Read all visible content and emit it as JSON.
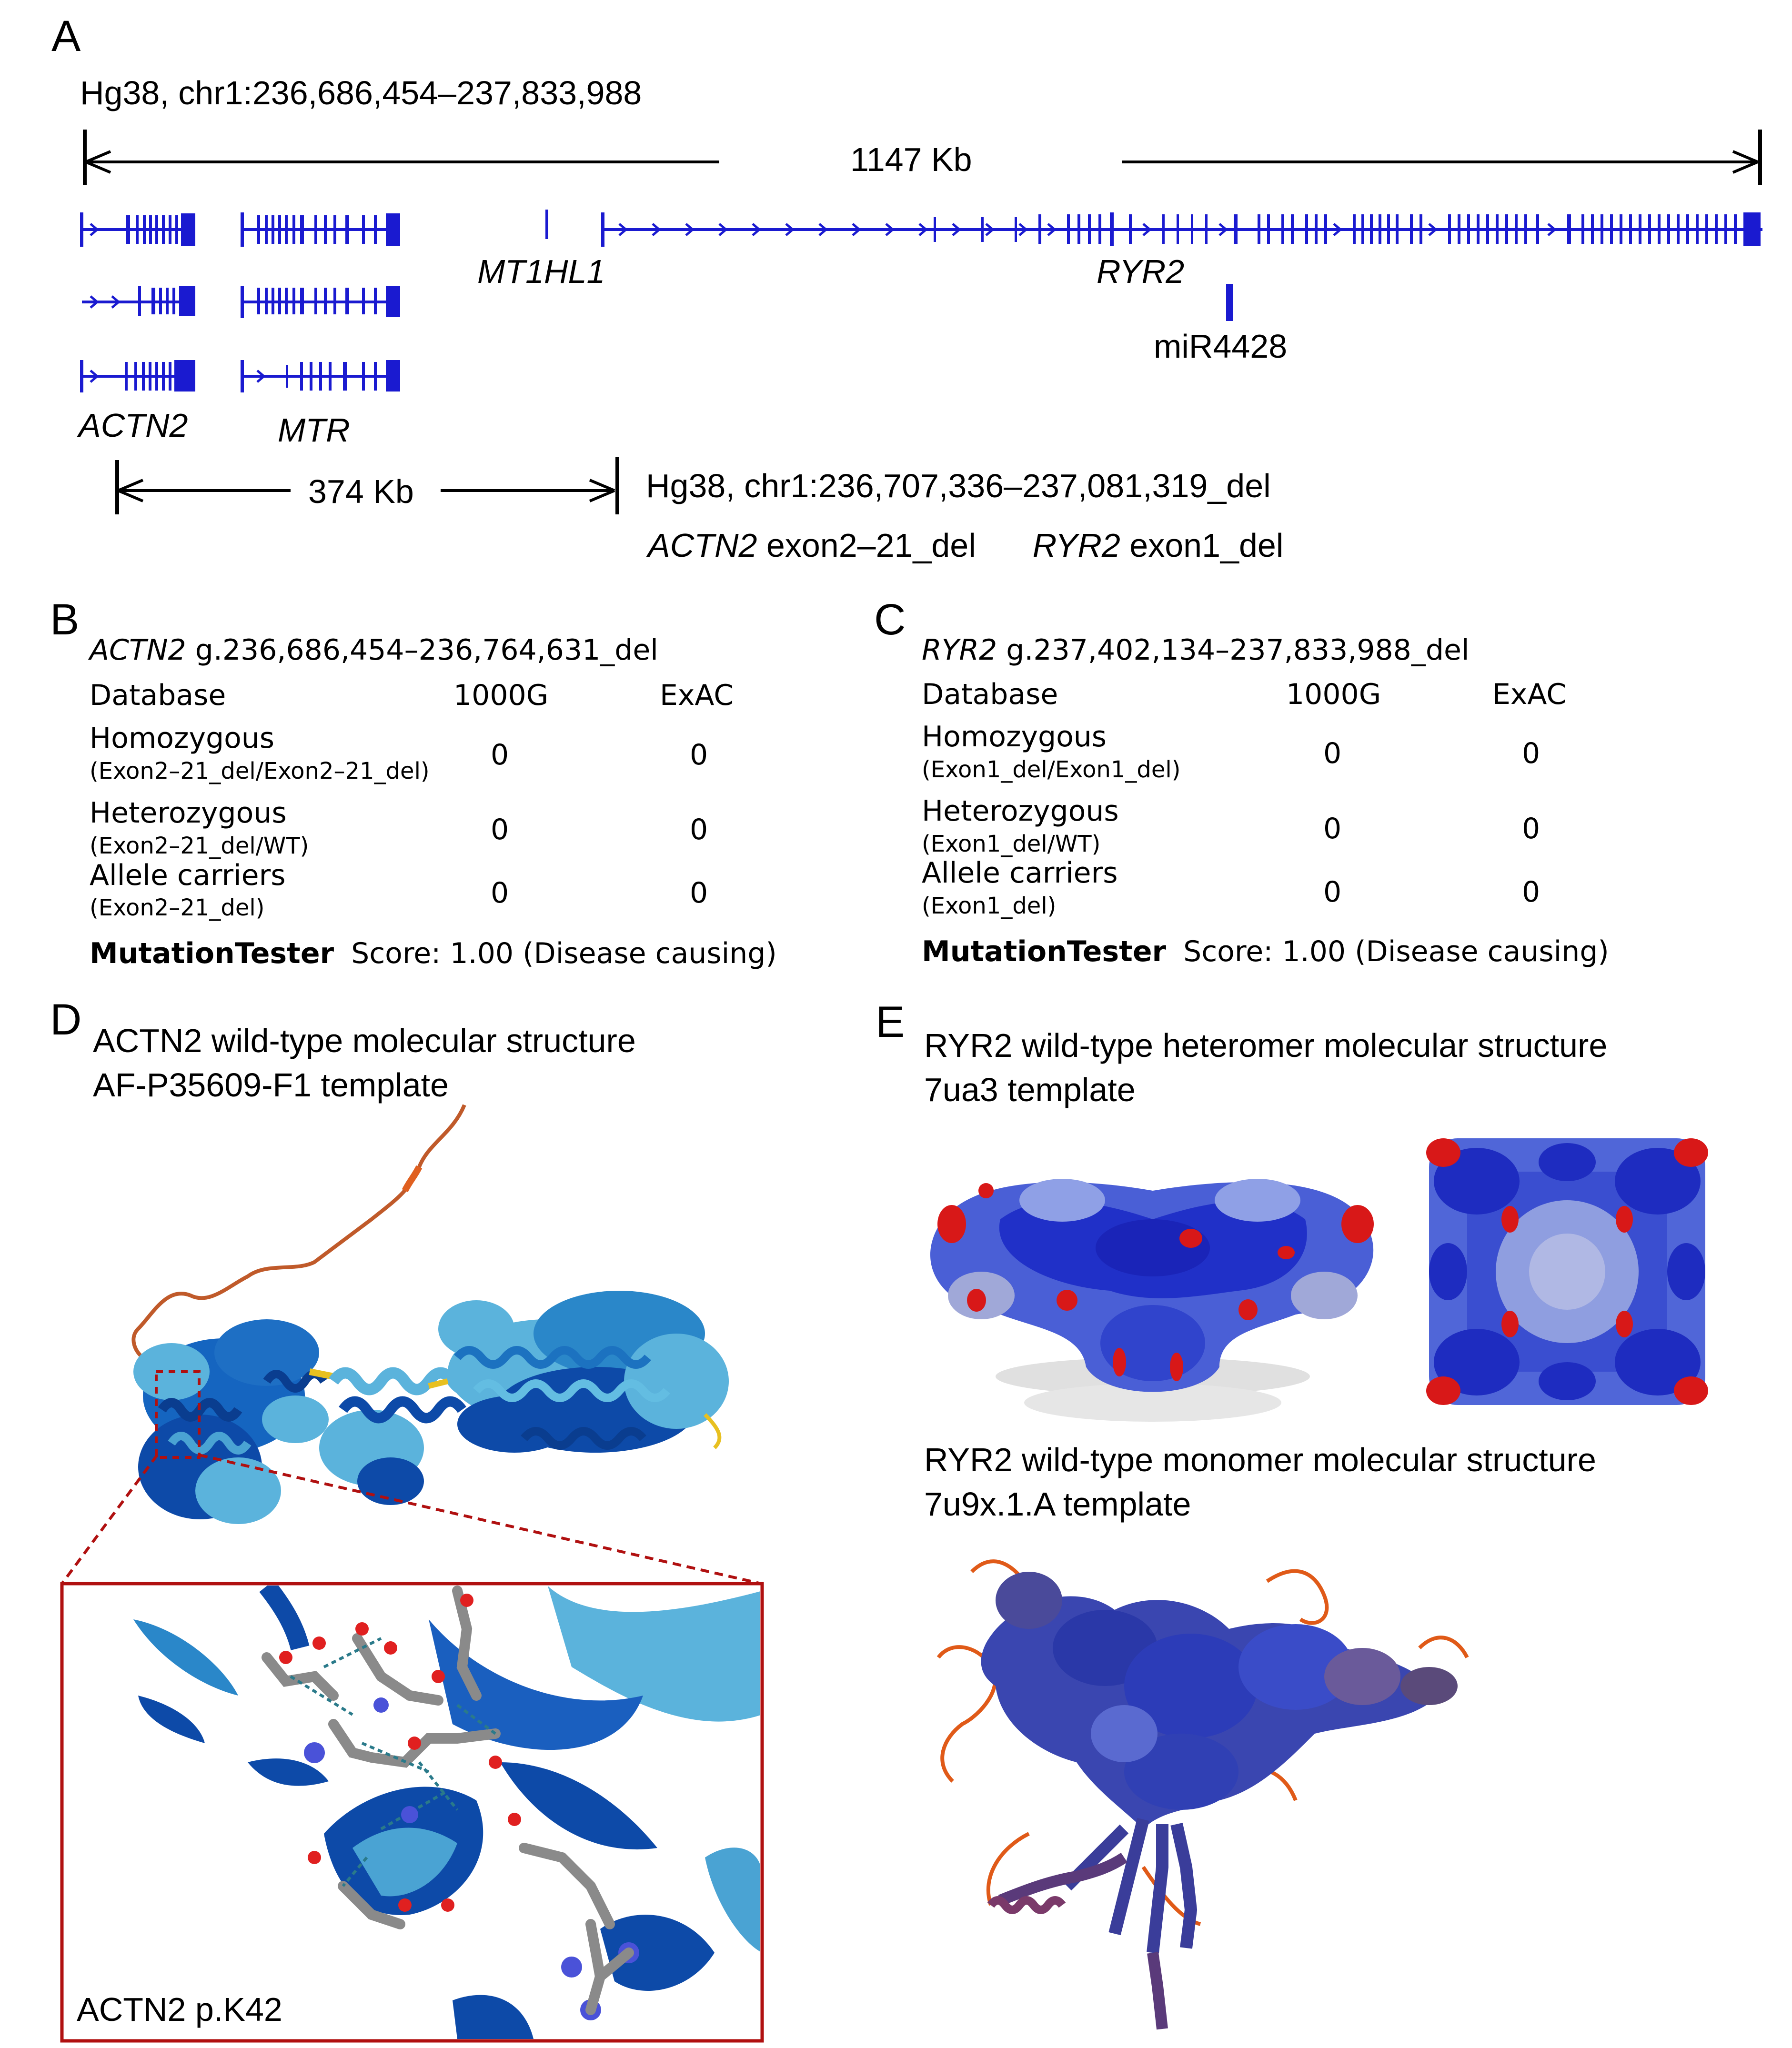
{
  "colors": {
    "gene_track": "#1a1ad0",
    "deep_blue": "#0b4fb5",
    "light_blue": "#5bb3dc",
    "dark_red": "#b01010",
    "orange": "#e06020",
    "navy": "#3a3d9a"
  },
  "panel_a": {
    "letter": "A",
    "coords": "Hg38, chr1:236,686,454–237,833,988",
    "span_label": "1147 Kb",
    "genes": {
      "mt1hl1": "MT1HL1",
      "ryr2": "RYR2",
      "mir": "miR4428",
      "actn2": "ACTN2",
      "mtr": "MTR"
    },
    "del_span_label": "374 Kb",
    "del_coords": "Hg38, chr1:236,707,336–237,081,319_del",
    "del_actn2_gene": "ACTN2",
    "del_actn2_text": " exon2–21_del",
    "del_ryr2_gene": "RYR2",
    "del_ryr2_text": " exon1_del"
  },
  "panel_b": {
    "letter": "B",
    "title_gene": "ACTN2",
    "title_rest": " g.236,686,454–236,764,631_del",
    "col_db": "Database",
    "col_1000g": "1000G",
    "col_exac": "ExAC",
    "rows": [
      {
        "label": "Homozygous",
        "sub": "(Exon2–21_del/Exon2–21_del)",
        "v1": "0",
        "v2": "0"
      },
      {
        "label": "Heterozygous",
        "sub": "(Exon2–21_del/WT)",
        "v1": "0",
        "v2": "0"
      },
      {
        "label": "Allele carriers",
        "sub": "(Exon2–21_del)",
        "v1": "0",
        "v2": "0"
      }
    ],
    "tester_label": "MutationTester",
    "tester_score": "Score: 1.00 (Disease causing)"
  },
  "panel_c": {
    "letter": "C",
    "title_gene": "RYR2",
    "title_rest": " g.237,402,134–237,833,988_del",
    "col_db": "Database",
    "col_1000g": "1000G",
    "col_exac": "ExAC",
    "rows": [
      {
        "label": "Homozygous",
        "sub": "(Exon1_del/Exon1_del)",
        "v1": "0",
        "v2": "0"
      },
      {
        "label": "Heterozygous",
        "sub": "(Exon1_del/WT)",
        "v1": "0",
        "v2": "0"
      },
      {
        "label": "Allele carriers",
        "sub": "(Exon1_del)",
        "v1": "0",
        "v2": "0"
      }
    ],
    "tester_label": "MutationTester",
    "tester_score": "Score: 1.00 (Disease causing)"
  },
  "panel_d": {
    "letter": "D",
    "title1": "ACTN2 wild-type molecular structure",
    "title2": "AF-P35609-F1 template",
    "inset_label": "ACTN2 p.K42"
  },
  "panel_e": {
    "letter": "E",
    "title1": "RYR2 wild-type heteromer molecular structure",
    "title2": "7ua3 template",
    "title3": "RYR2 wild-type monomer molecular structure",
    "title4": "7u9x.1.A template"
  }
}
